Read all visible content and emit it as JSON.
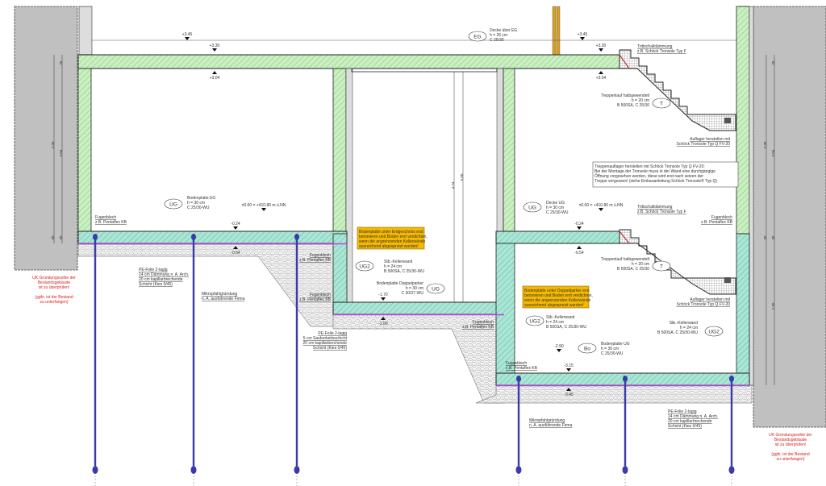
{
  "colors": {
    "concrete_eg": "#c9f0c0",
    "concrete_ug": "#a8e6d6",
    "existing": "#c0c0c0",
    "membrane": "#c040e0",
    "pile": "#3a3aa8",
    "note_box": "#f5b800",
    "warning": "#d81e1e",
    "timber": "#d8a020"
  },
  "levels": {
    "top_a": "+3.45",
    "top_b": "+3.30",
    "under_eg": "+3.04",
    "top_a2": "+3.45",
    "top_b2": "+3.30",
    "under_eg2": "+3.04",
    "zero_left": "±0.00 = +410.80 m ü.NN",
    "zero_right": "±0.00 = +410.80 m ü.NN",
    "ug_top_left": "-0.24",
    "ug_bottom_left": "-0.54",
    "ug_top_right": "-0.24",
    "ug_bottom_right": "-0.54",
    "dp_top": "-1.70",
    "dp_bottom": "-2.00",
    "bo_floor": "-2.90",
    "bo_top": "-3.15",
    "bo_bottom": "-3.45"
  },
  "bubbles": {
    "eg": "EG",
    "ug_left": "UG",
    "ug2_mid": "UG2",
    "ug_dp": "UG",
    "ug_right": "UG",
    "t1": "T",
    "t2": "T",
    "ug2_right_mid": "UG2",
    "bo": "Bo",
    "ug2_right": "UG2"
  },
  "components": {
    "decke_eg": [
      "Decke über EG",
      "h = 26 cm",
      "C 25/30"
    ],
    "tritt1": [
      "Trittschalldämmung",
      "z.B. Schöck Tronsole Typ F"
    ],
    "tritt2": [
      "Trittschalldämmung",
      "z.B. Schöck Tronsole Typ F"
    ],
    "treppe1": [
      "Treppenlauf halbgewendelt",
      "h = 20 cm",
      "B 500SA, C 25/30"
    ],
    "treppe2": [
      "Treppenlauf halbgewendelt",
      "h = 20 cm",
      "B 500SA, C 25/30"
    ],
    "auflager1": [
      "Auflager herstellen mit",
      "Schöck Tronsole Typ Q FV-20"
    ],
    "auflager2": [
      "Auflager herstellen mit",
      "Schöck Tronsole Typ Q FV-20"
    ],
    "bodenplatte_eg": [
      "Bodenplatte EG",
      "h = 30 cm",
      "C 25/30-WU"
    ],
    "decke_ug": [
      "Decke UG",
      "h = 30 cm",
      "C 25/30-WU"
    ],
    "kellerwand_mid": [
      "Stb.-Kellerwand",
      "h = 24 cm",
      "B 500SA, C 25/30-WU"
    ],
    "kellerwand_r1": [
      "Stb.-Kellerwand",
      "h = 24 cm",
      "B 500SA, C 25/30-WU"
    ],
    "kellerwand_r2": [
      "Stb.-Kellerwand",
      "h = 24 cm",
      "B 500SA, C 25/30-WU"
    ],
    "bodenplatte_dp": [
      "Bodenplatte Doppelparker",
      "h = 30 cm",
      "C 30/37-WU"
    ],
    "bodenplatte_ug": [
      "Bodenplatte UG",
      "h = 30 cm",
      "C 25/30-WU"
    ],
    "fuge1": [
      "Fugenblech",
      "z.B. Pentaflex KB"
    ],
    "fuge2": [
      "Fugenblech",
      "z.B. Pentaflex KB"
    ],
    "fuge3": [
      "Fugenblech",
      "z.B. Pentaflex KB"
    ],
    "fuge4": [
      "Fugenblech",
      "z.B. Pentaflex KB"
    ],
    "fuge5": [
      "Fugenblech",
      "z.B. Pentaflex KB"
    ],
    "fuge6": [
      "Fugenblech",
      "z.B. Pentaflex KB"
    ],
    "layers_left": [
      "PE-Folie 2-lagig",
      "14 cm Dämmung n. A. Arch.",
      "20 cm kapillarbrechende",
      "Schicht (Kies 0/45)"
    ],
    "layers_mid": [
      "PE-Folie 2-lagig",
      "5 cm Sauberkeitsschicht",
      "20 cm kapillarbrechende",
      "Schicht (Kies 0/45)"
    ],
    "layers_right": [
      "PE-Folie 2-lagig",
      "14 cm Dämmung n. A. Arch.",
      "20 cm kapillarbrechende",
      "Schicht (Kies 0/45)"
    ],
    "pile_left": [
      "Mikropfahlgründung",
      "n. A. ausführende Firma"
    ],
    "pile_right": [
      "Mikropfahlgründung",
      "n. A. ausführende Firma"
    ]
  },
  "notes": {
    "tronsole_note": [
      "Treppenauflager herstellen mit Schöck Tronsole Typ Q FV-20:",
      "Bei der Montage der Tronsole muss in der Wand eine durchgängige",
      "Öffnung vorgesehen werden, diese wird erst nach setzen der",
      "Treppe vergossen! (siehe Einbauanleitung Schöck Tronsole® Typ Q)"
    ],
    "warn_eg": [
      "Bodenplatte unter Erdgeschoss erst",
      "betonieren und Boden erst verdichten,",
      "wenn die angrenzenden Kellerwände",
      "ausreichend abgespreizt wurden!"
    ],
    "warn_dp": [
      "Bodenplatte unter Doppelparker erst",
      "betonieren und Boden erst verdichten,",
      "wenn die angrenzenden Kellerwände",
      "ausreichend abgespreizt wurden!"
    ],
    "existing_left": [
      "UK Gründungssohle der",
      "Bestandsgebäude",
      "ist zu überprüfen!",
      "",
      "(ggfs. ist der Bestand",
      "zu unterfangen)"
    ],
    "existing_right": [
      "UK Gründungssohle der",
      "Bestandsgebäude",
      "ist zu überprüfen!",
      "",
      "(ggfs. ist der Bestand",
      "zu unterfangen)"
    ]
  },
  "dimensions": {
    "left_outer": "3.30",
    "left_inner": "3.04",
    "left_top": "26",
    "left_b1": "30",
    "left_b2": "30",
    "right_top": "26",
    "right_outer": "3.30",
    "right_inner": "3.04",
    "right_b1": "30",
    "right_b2": "30",
    "right_lower": "2.90",
    "mid_a": "4.74",
    "mid_b": "5.00"
  }
}
